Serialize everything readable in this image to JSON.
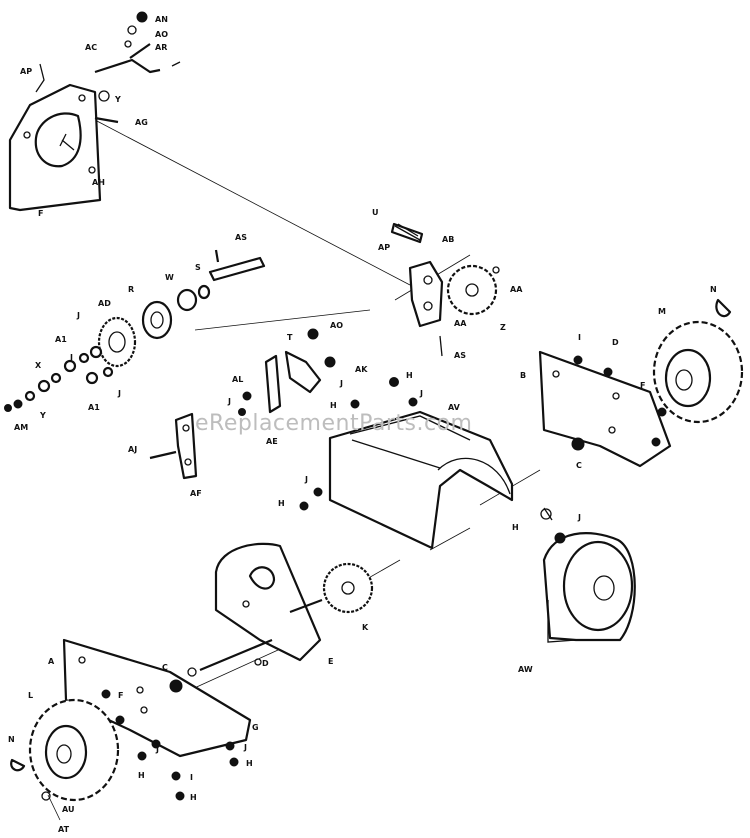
{
  "watermark": "eReplacementParts.com",
  "labels": [
    "AN",
    "AO",
    "AR",
    "AC",
    "AP",
    "Y",
    "AG",
    "AH",
    "F",
    "U",
    "AS",
    "AP",
    "AB",
    "AA",
    "AA",
    "Z",
    "AS",
    "W",
    "S",
    "R",
    "AD",
    "J",
    "A1",
    "J",
    "X",
    "Y",
    "AM",
    "A1",
    "J",
    "T",
    "AO",
    "AK",
    "J",
    "H",
    "J",
    "AL",
    "J",
    "AE",
    "AV",
    "AJ",
    "AF",
    "H",
    "J",
    "H",
    "I",
    "D",
    "B",
    "F",
    "M",
    "N",
    "C",
    "H",
    "J",
    "K",
    "E",
    "AW",
    "A",
    "C",
    "D",
    "F",
    "L",
    "N",
    "H",
    "J",
    "G",
    "J",
    "H",
    "I",
    "H",
    "AU",
    "AT"
  ],
  "colors": {
    "ink": "#111111",
    "watermark": "#bdbdbd",
    "paper": "#ffffff"
  }
}
